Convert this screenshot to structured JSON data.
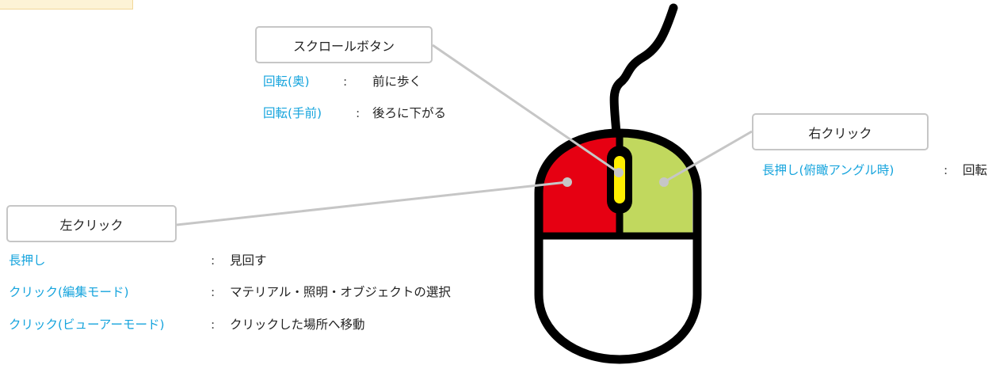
{
  "callouts": {
    "scroll": {
      "title": "スクロールボタン",
      "items": [
        {
          "action": "回転(奥)",
          "sep": ":",
          "effect": "前に歩く"
        },
        {
          "action": "回転(手前)",
          "sep": ":",
          "effect": "後ろに下がる"
        }
      ]
    },
    "right": {
      "title": "右クリック",
      "items": [
        {
          "action": "長押し(俯瞰アングル時)",
          "sep": ":",
          "effect": "回転"
        }
      ]
    },
    "left": {
      "title": "左クリック",
      "items": [
        {
          "action": "長押し",
          "sep": ":",
          "effect": "見回す"
        },
        {
          "action": "クリック(編集モード)",
          "sep": ":",
          "effect": "マテリアル・照明・オブジェクトの選択"
        },
        {
          "action": "クリック(ビューアーモード)",
          "sep": ":",
          "effect": "クリックした場所へ移動"
        }
      ]
    }
  },
  "colors": {
    "left_button": "#e60012",
    "right_button": "#c1d85e",
    "scroll_wheel": "#ffee00",
    "outline": "#000000",
    "leader_line": "#c6c6c6",
    "action_text": "#16a4dd"
  }
}
